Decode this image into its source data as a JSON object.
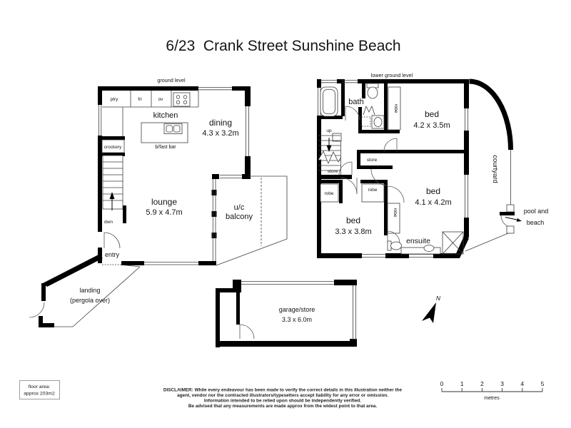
{
  "colors": {
    "ink": "#000000",
    "paper": "#ffffff"
  },
  "title": "6/23  Crank Street Sunshine Beach",
  "ground_plan": {
    "level_label": "ground level",
    "pantry_label": "ptry",
    "fridge_label": "fri",
    "oven_label": "ov",
    "kitchen_label": "kitchen",
    "breakfast_bar_label": "b/fast bar",
    "dining_label": "dining",
    "dining_dims": "4.3 x 3.2m",
    "crockery_label": "crockery",
    "stairs_label": "dwn",
    "lounge_label": "lounge",
    "lounge_dims": "5.9 x 4.7m",
    "balcony_label_line1": "u/c",
    "balcony_label_line2": "balcony",
    "entry_label": "entry",
    "landing_label_line1": "landing",
    "landing_label_line2": "(pergola over)"
  },
  "lower_plan": {
    "level_label": "lower ground level",
    "bath_label": "bath",
    "stairs_label": "up",
    "store_under_stairs_label": "store",
    "store_hall_label": "store",
    "robe_top_label": "robe",
    "robe_left_label": "robe",
    "robe_mid_label": "robe",
    "robe_right_label": "robe",
    "bed1_label": "bed",
    "bed1_dims": "4.2 x 3.5m",
    "bed2_label": "bed",
    "bed2_dims": "4.1 x 4.2m",
    "bed3_label": "bed",
    "bed3_dims": "3.3 x 3.8m",
    "ensuite_label": "ensuite",
    "courtyard_label": "courtyard",
    "pool_label_line1": "pool and",
    "pool_label_line2": "beach"
  },
  "garage": {
    "label": "garage/store",
    "dims": "3.3 x 6.0m"
  },
  "north_arrow": {
    "label": "N"
  },
  "floor_area": {
    "line1": "floor area:",
    "line2": "approx 203m2"
  },
  "scale_bar": {
    "ticks": [
      "0",
      "1",
      "2",
      "3",
      "4",
      "5"
    ],
    "unit_label": "metres"
  },
  "disclaimer": {
    "line1": "DISCLAIMER: While every endeavour has been made to verify the correct details in this illustration neither the",
    "line2": "agent, vendor nor the contracted illustrators/typesetters accept liability for any error or omission.",
    "line3": "Information intended to be relied upon should be independently verified.",
    "line4": "Be advised that any measurements are made approx from the widest point to that area."
  }
}
